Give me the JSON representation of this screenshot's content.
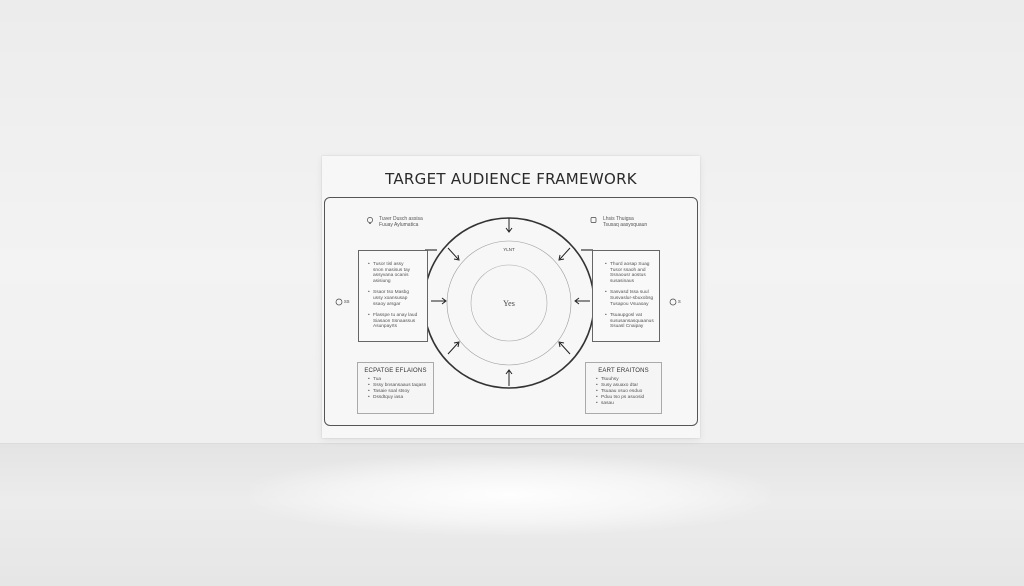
{
  "board": {
    "title": "TARGET AUDIENCE FRAMEWORK",
    "left_header": {
      "lines": [
        "Tuver Dusch assisa",
        "Fuuay Aylumatica"
      ]
    },
    "right_header": {
      "lines": [
        "Lhsis Thuigsa",
        "Tsusaq aasysquaun"
      ]
    },
    "left_panel": {
      "items": [
        [
          "Tusor tisl assy",
          "snon masisus tay",
          "assyvana ocanis",
          "asisiung"
        ],
        [
          "Ssaor tso Masbg",
          "ussy xoansusap",
          "ssaoy arsgar"
        ],
        [
          "Flasspe tu anay laud",
          "Siasaon Ssnaassus",
          "Asunpayrts"
        ]
      ]
    },
    "right_panel": {
      "items": [
        [
          "Thurd aosap Suag",
          "Tusor ssaoh and",
          "Ssnaousr aostus",
          "susasinaus"
        ],
        [
          "Sasvasd tssa suul",
          "Susvaslur-sbuxobsg",
          "Tusapou Vsuaoay"
        ],
        [
          "Tsuaupgosl vat",
          "sususansasquaanus",
          "Ssuasl Cnaipay"
        ]
      ]
    },
    "circle": {
      "top_label": "YLNT",
      "center_label": "Yes"
    },
    "side_left": "ss",
    "side_right": "s",
    "bottom_left": {
      "header": "ECPATGE EFLAIONS",
      "items": [
        "Tua",
        "Sssy bnsansaaus taqasn",
        "Tasaie soal stsoy",
        "Dssdtquy iasa"
      ]
    },
    "bottom_right": {
      "header": "EART ERAITONS",
      "items": [
        "Tsuuhsy",
        "Susy asuaxo dtar",
        "Tsuaau xsuo esduo",
        "Pduu tso ps asuosid",
        "sasau"
      ]
    }
  },
  "colors": {
    "line": "#444444",
    "background": "#f7f7f7"
  },
  "icons": {
    "left_header": "lightbulb-icon",
    "right_header": "square-icon",
    "left_side": "face-icon",
    "right_side": "face-icon",
    "arrows": "arrow-icon"
  }
}
